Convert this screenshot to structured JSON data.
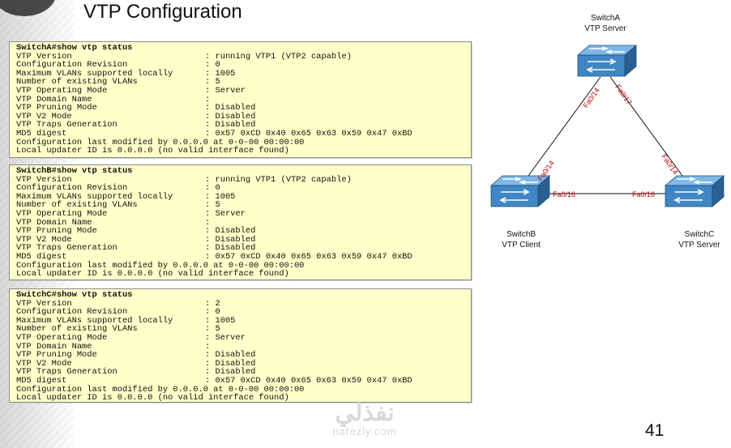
{
  "slide": {
    "title": "VTP Configuration",
    "page_number": "41"
  },
  "watermark": {
    "arabic": "نفذلي",
    "latin": "nafezly.com"
  },
  "consoles": {
    "a": {
      "prompt": "SwitchA#show vtp status",
      "rows": [
        {
          "key": "VTP Version",
          "value": ": running VTP1 (VTP2 capable)"
        },
        {
          "key": "Configuration Revision",
          "value": ": 0"
        },
        {
          "key": "Maximum VLANs supported locally",
          "value": ": 1005"
        },
        {
          "key": "Number of existing VLANs",
          "value": ": 5"
        },
        {
          "key": "VTP Operating Mode",
          "value": ": Server"
        },
        {
          "key": "VTP Domain Name",
          "value": ":"
        },
        {
          "key": "VTP Pruning Mode",
          "value": ": Disabled"
        },
        {
          "key": "VTP V2 Mode",
          "value": ": Disabled"
        },
        {
          "key": "VTP Traps Generation",
          "value": ": Disabled"
        },
        {
          "key": "MD5 digest",
          "value": ": 0x57 0xCD 0x40 0x65 0x63 0x59 0x47 0xBD"
        }
      ],
      "last_modified": "Configuration last modified by 0.0.0.0 at 0-0-00 00:00:00",
      "local_updater": "Local updater ID is 0.0.0.0 (no valid interface found)"
    },
    "b": {
      "prompt": "SwitchB#show vtp status",
      "rows": [
        {
          "key": "VTP Version",
          "value": ": running VTP1 (VTP2 capable)"
        },
        {
          "key": "Configuration Revision",
          "value": ": 0"
        },
        {
          "key": "Maximum VLANs supported locally",
          "value": ": 1005"
        },
        {
          "key": "Number of existing VLANs",
          "value": ": 5"
        },
        {
          "key": "VTP Operating Mode",
          "value": ": Server"
        },
        {
          "key": "VTP Domain Name",
          "value": ":"
        },
        {
          "key": "VTP Pruning Mode",
          "value": ": Disabled"
        },
        {
          "key": "VTP V2 Mode",
          "value": ": Disabled"
        },
        {
          "key": "VTP Traps Generation",
          "value": ": Disabled"
        },
        {
          "key": "MD5 digest",
          "value": ": 0x57 0xCD 0x40 0x65 0x63 0x59 0x47 0xBD"
        }
      ],
      "last_modified": "Configuration last modified by 0.0.0.0 at 0-0-00 00:00:00",
      "local_updater": "Local updater ID is 0.0.0.0 (no valid interface found)"
    },
    "c": {
      "prompt": "SwitchC#show vtp status",
      "rows": [
        {
          "key": "VTP Version",
          "value": ": 2"
        },
        {
          "key": "Configuration Revision",
          "value": ": 0"
        },
        {
          "key": "Maximum VLANs supported locally",
          "value": ": 1005"
        },
        {
          "key": "Number of existing VLANs",
          "value": ": 5"
        },
        {
          "key": "VTP Operating Mode",
          "value": ": Server"
        },
        {
          "key": "VTP Domain Name",
          "value": ":"
        },
        {
          "key": "VTP Pruning Mode",
          "value": ": Disabled"
        },
        {
          "key": "VTP V2 Mode",
          "value": ": Disabled"
        },
        {
          "key": "VTP Traps Generation",
          "value": ": Disabled"
        },
        {
          "key": "MD5 digest",
          "value": ": 0x57 0xCD 0x40 0x65 0x63 0x59 0x47 0xBD"
        }
      ],
      "last_modified": "Configuration last modified by 0.0.0.0 at 0-0-00 00:00:00",
      "local_updater": "Local updater ID is 0.0.0.0 (no valid interface found)"
    }
  },
  "topology": {
    "switch_a": {
      "name": "SwitchA",
      "role": "VTP Server"
    },
    "switch_b": {
      "name": "SwitchB",
      "role": "VTP Client"
    },
    "switch_c": {
      "name": "SwitchC",
      "role": "VTP Server"
    },
    "links": {
      "a_b": {
        "a_port": "Fa0/14",
        "b_port": "Fa0/14"
      },
      "a_c": {
        "a_port": "Fa0/17",
        "c_port": "Fa0/14"
      },
      "b_c": {
        "b_port": "Fa0/16",
        "c_port": "Fa0/16"
      }
    },
    "colors": {
      "switch_top": "#4a90c8",
      "switch_side": "#2f6fa6",
      "port_label": "#c00000"
    }
  }
}
